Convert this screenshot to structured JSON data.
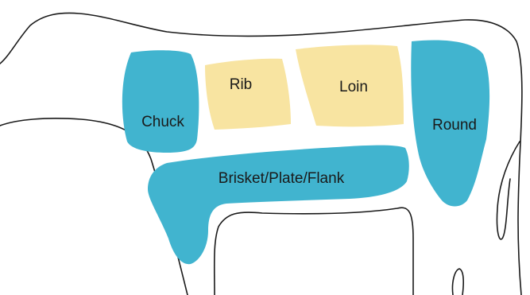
{
  "colors": {
    "primary_cut": "#41b4cf",
    "secondary_cut": "#f8e4a1",
    "outline": "#1a1a1a"
  },
  "cuts": {
    "chuck": "Chuck",
    "rib": "Rib",
    "loin": "Loin",
    "round": "Round",
    "brisket": "Brisket/Plate/Flank"
  }
}
